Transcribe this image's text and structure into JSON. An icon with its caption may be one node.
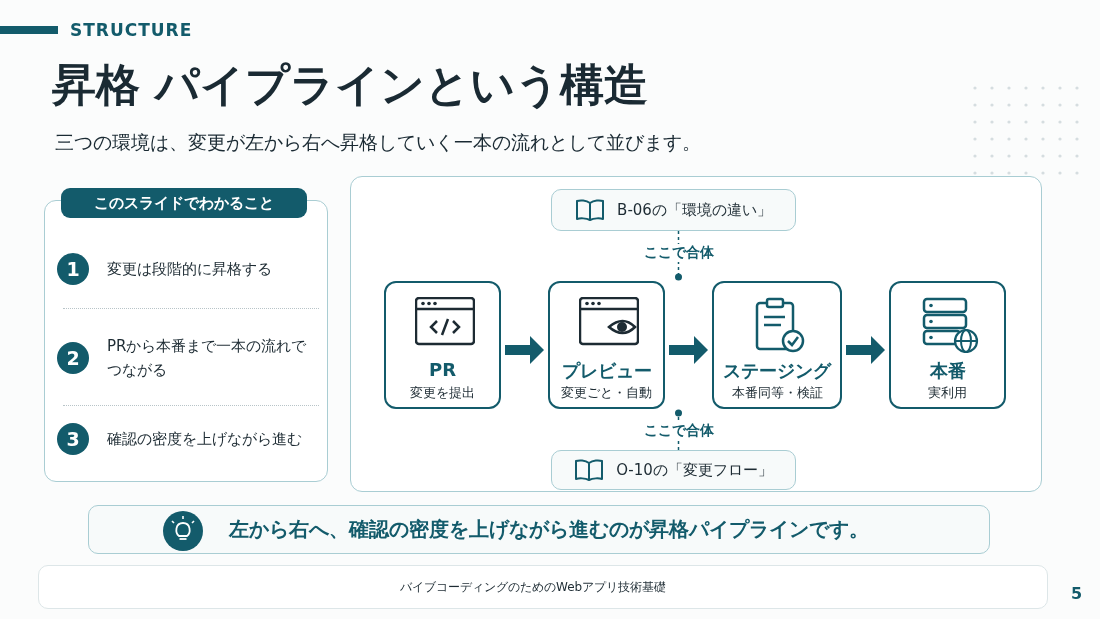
{
  "diagram": {
    "title": "昇格 パイプラインという構造",
    "nodes": [
      {
        "text": [
          "このスライドでわかること"
        ]
      },
      {
        "text": [
          "1",
          "変更は段階的に昇格する"
        ],
        "in": 0
      },
      {
        "text": [
          "2",
          "PRから本番まで一本の流れでつながる"
        ],
        "in": 0
      },
      {
        "text": [
          "3",
          "確認の密度を上げながら進む"
        ],
        "in": 0
      },
      {
        "text": [],
        "shape": "box"
      },
      {
        "text": [
          "B-06の「環境の違い」"
        ],
        "in": 4
      },
      {
        "text": [
          "PR",
          "変更を提出"
        ],
        "in": 4
      },
      {
        "text": [
          "プレビュー",
          "変更ごと・自動"
        ],
        "in": 4
      },
      {
        "text": [
          "ステージング",
          "本番同等・検証"
        ],
        "in": 4
      },
      {
        "text": [
          "本番",
          "実利用"
        ],
        "in": 4
      },
      {
        "text": [
          "O-10の「変更フロー」"
        ],
        "in": 4
      },
      {
        "text": [
          "左から右へ、確認の密度を上げながら進むのが昇格パイプラインです。"
        ]
      }
    ],
    "edges": [
      {
        "from": 6,
        "to": 7,
        "arrow": "to"
      },
      {
        "from": 7,
        "to": 8,
        "arrow": "to"
      },
      {
        "from": 8,
        "to": 9,
        "arrow": "to"
      },
      {
        "from": 5,
        "to": 7,
        "arrow": "other",
        "style": "dashed",
        "label": "ここで合体"
      },
      {
        "from": 10,
        "to": 7,
        "arrow": "other",
        "style": "dashed",
        "label": "ここで合体"
      }
    ],
    "labels": [
      "STRUCTURE",
      "三つの環境は、変更が左から右へ昇格していく一本の流れとして並びます。",
      "バイブコーディングのためのWebアプリ技術基礎",
      "5"
    ]
  }
}
